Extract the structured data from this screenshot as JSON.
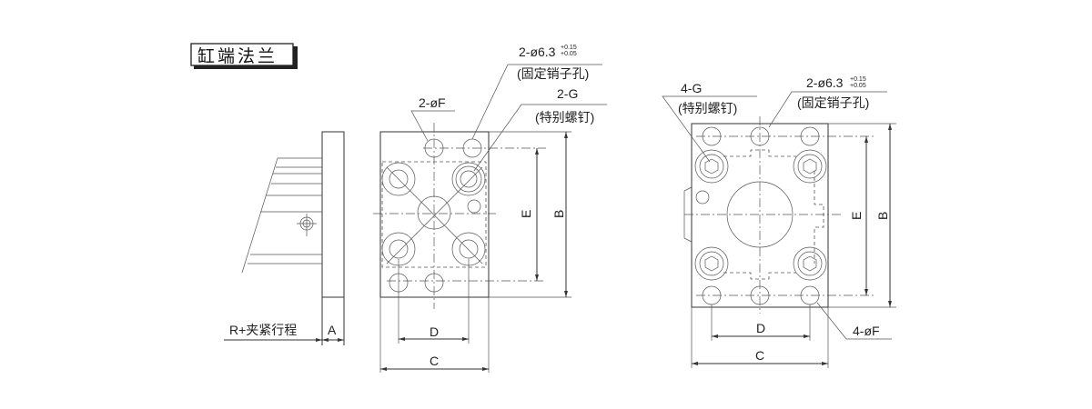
{
  "title": "缸端法兰",
  "left_view": {
    "pin_hole_spec": "2-ø6.3",
    "pin_hole_tol_upper": "+0.15",
    "pin_hole_tol_lower": "+0.05",
    "pin_hole_note": "(固定销子孔)",
    "screw_spec": "2-G",
    "screw_note": "(特别螺钉)",
    "hole_spec": "2-øF",
    "dim_E": "E",
    "dim_B": "B",
    "dim_D": "D",
    "dim_C": "C",
    "dim_A": "A",
    "stroke_label": "R+夹紧行程"
  },
  "right_view": {
    "screw_spec": "4-G",
    "screw_note": "(特别螺钉)",
    "pin_hole_spec": "2-ø6.3",
    "pin_hole_tol_upper": "+0.15",
    "pin_hole_tol_lower": "+0.05",
    "pin_hole_note": "(固定销子孔)",
    "hole_spec": "4-øF",
    "dim_E": "E",
    "dim_B": "B",
    "dim_D": "D",
    "dim_C": "C"
  }
}
